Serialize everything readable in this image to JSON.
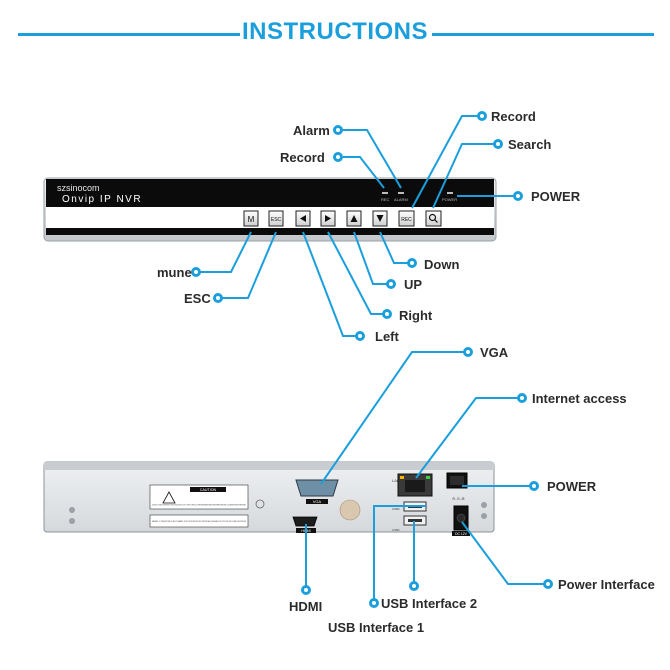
{
  "header": {
    "title": "INSTRUCTIONS"
  },
  "front_panel": {
    "brand": "szsinocom",
    "model": "Onvip IP NVR",
    "indicator_rec": "REC",
    "indicator_alarm": "ALARM",
    "indicator_power": "POWER",
    "button_menu": "M",
    "button_esc": "ESC",
    "button_rec": "REC"
  },
  "rear_panel": {
    "vga_label": "VGA",
    "hdmi_label": "HDMI",
    "lan_label": "LAN",
    "dc_label": "DC 12V",
    "usb1_label": "USB1",
    "usb2_label": "USB2",
    "caution_title": "CAUTION",
    "caution_text": "CAUTION: TO REDUCE THE RISK OF ELECTRICAL SHOCK DO NOT OPEN COVERS. NO USER SERVICEABLE PARTS INSIDE REFER SERVICING TO QUALIFIED SERVICE PERSONNEL",
    "warning_text": "WARNING: TO PREVENT FIRE OR SHOCK HAZARD, DO NOT EXPOSE UNITS NOT SPECIFICALLY DESIGNED FOR OUTDOOR USE TO RAIN OR MOISTURE"
  },
  "callouts": {
    "alarm": "Alarm",
    "record_left": "Record",
    "record_right": "Record",
    "search": "Search",
    "power_front": "POWER",
    "mune": "mune",
    "esc": "ESC",
    "left": "Left",
    "right": "Right",
    "up": "UP",
    "down": "Down",
    "vga": "VGA",
    "internet_access": "Internet access",
    "power_rear": "POWER",
    "power_interface": "Power Interface",
    "hdmi": "HDMI",
    "usb_interface_2": "USB Interface 2",
    "usb_interface_1": "USB Interface 1"
  },
  "colors": {
    "accent": "#1b9fdc",
    "panel_black": "#0b0b0b",
    "chassis": "#e4e6e8"
  }
}
